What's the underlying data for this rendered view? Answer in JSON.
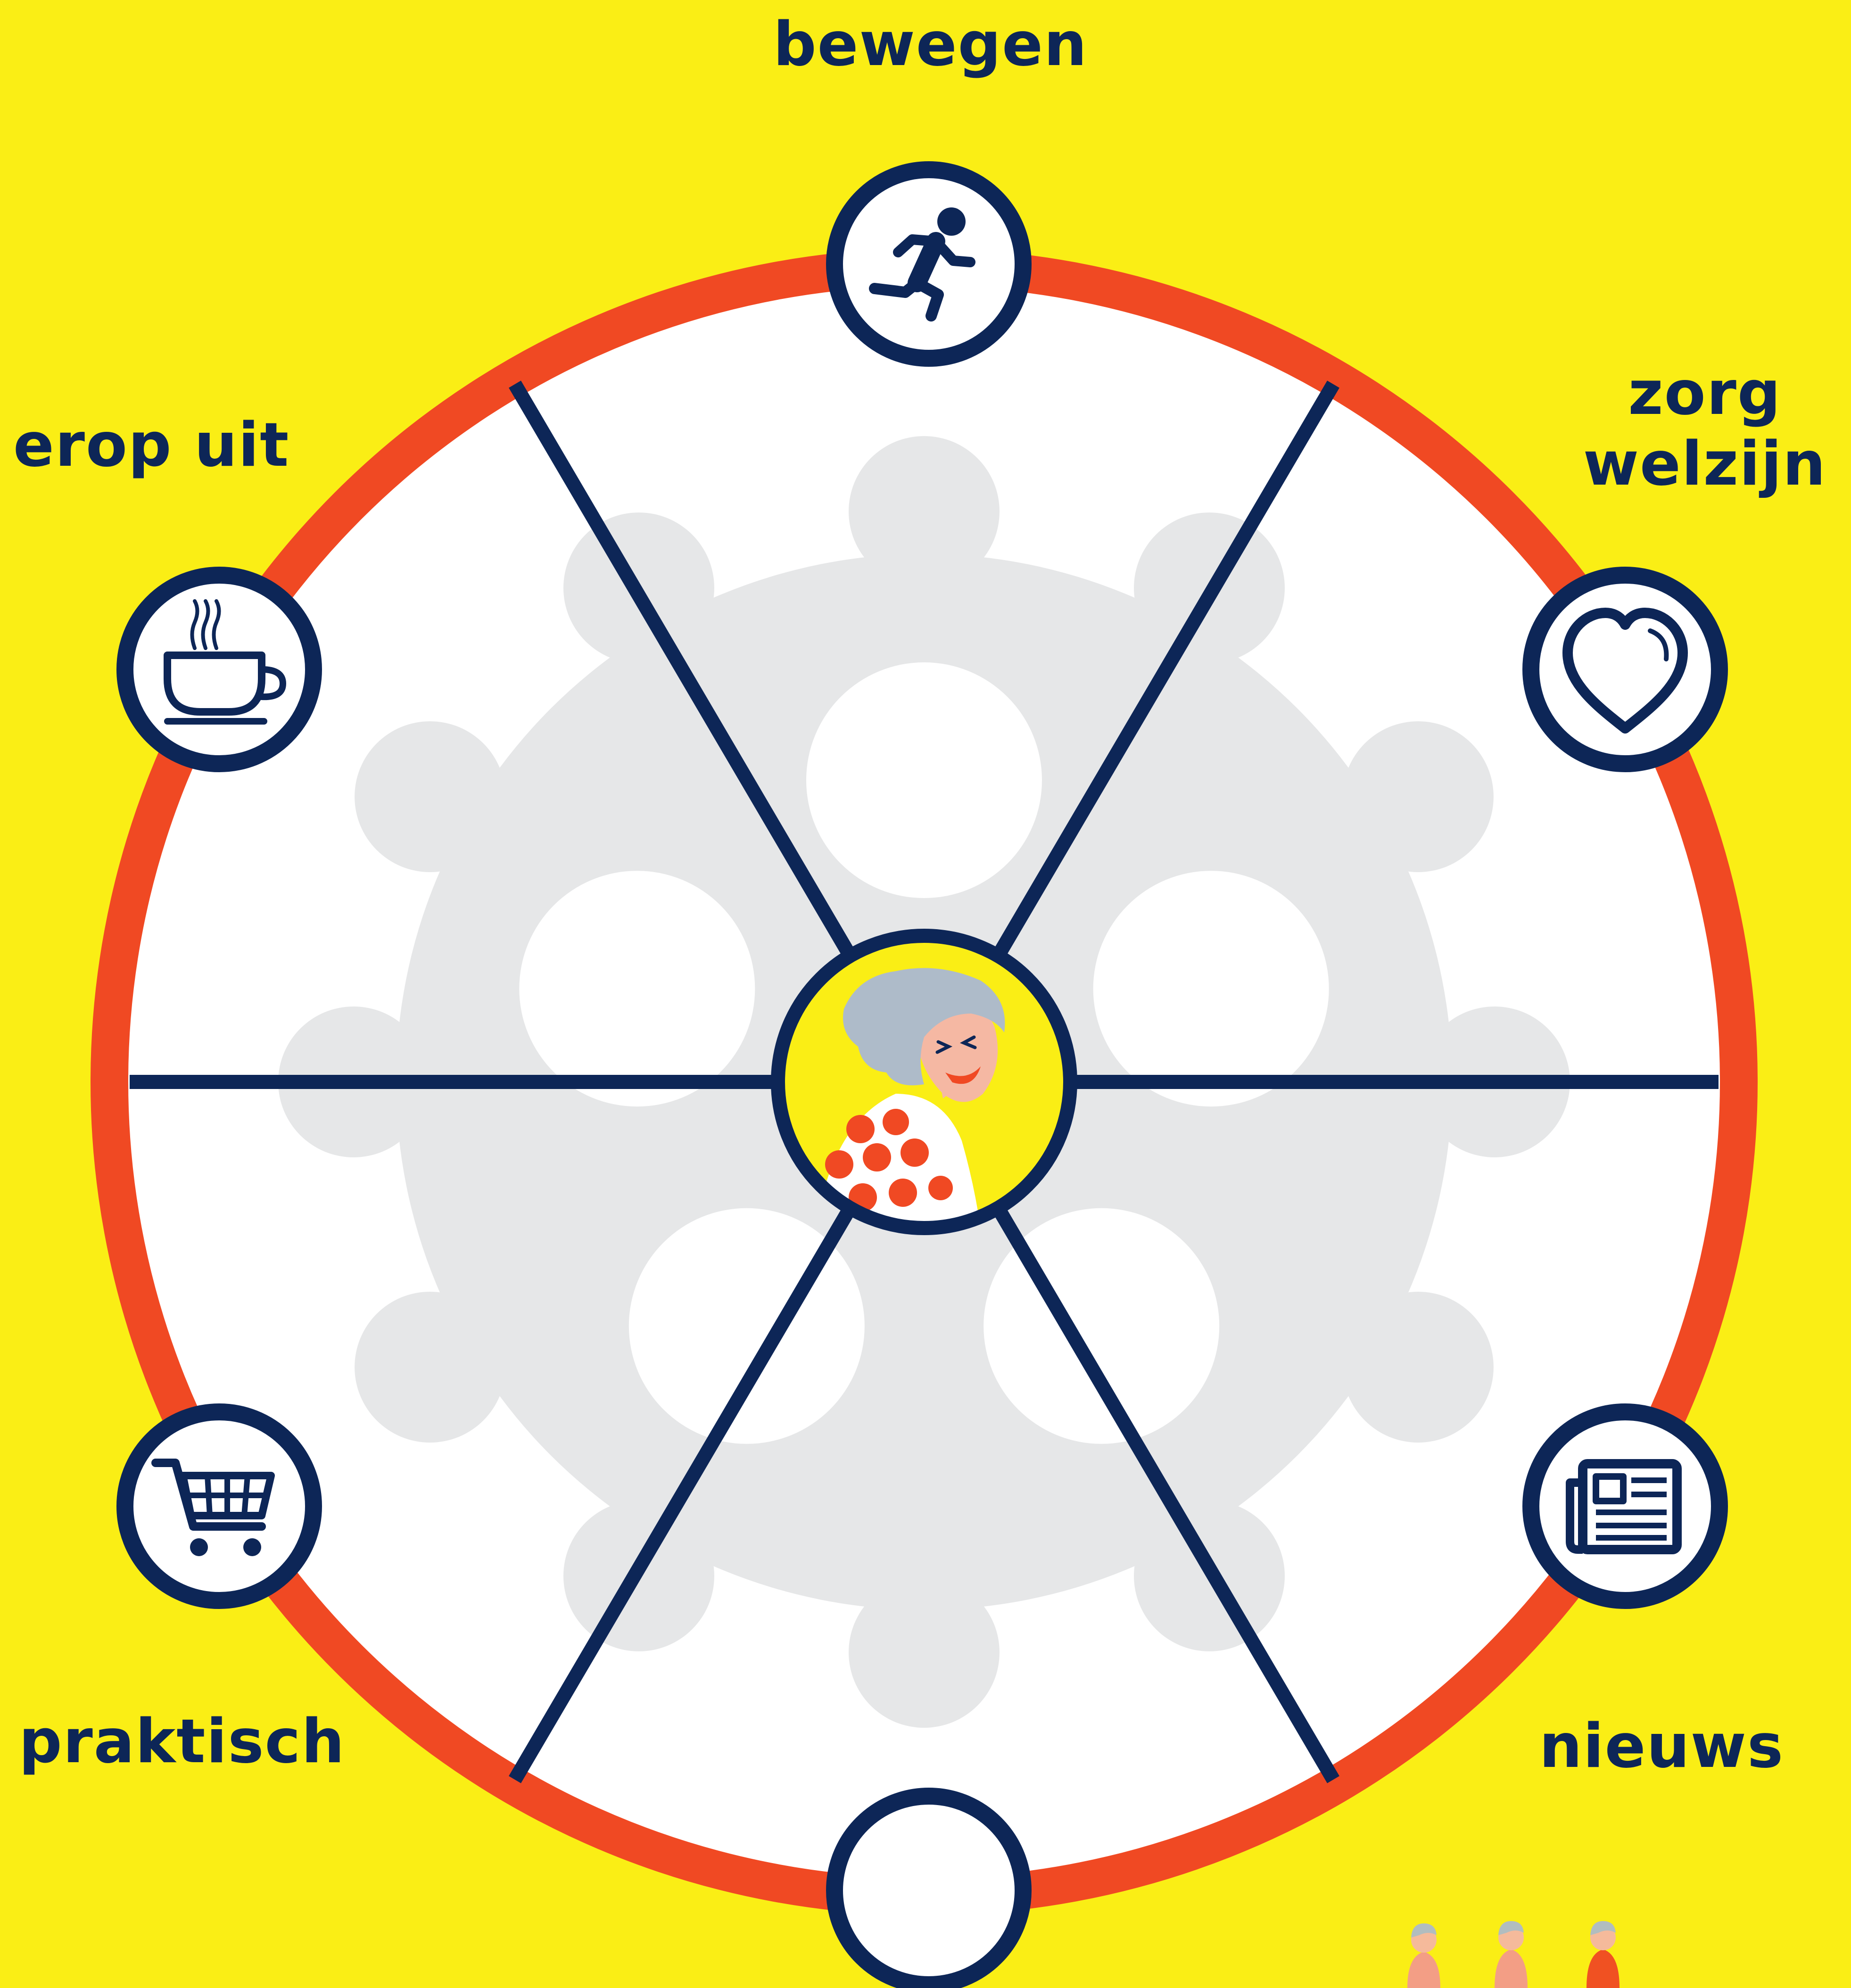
{
  "colors": {
    "background": "#FAEE15",
    "ring": "#F04923",
    "navy": "#0D2657",
    "wheel_fill": "#FFFFFF",
    "gear": "#E6E7E8",
    "dot_red": "#F04923",
    "hair": "#AEBBC9",
    "skin": "#F5B8A3"
  },
  "categories": {
    "bewegen": {
      "label": "bewegen",
      "icon": "running-person-icon"
    },
    "zorg": {
      "line1": "zorg",
      "line2": "welzijn",
      "icon": "heart-icon"
    },
    "nieuws": {
      "label": "nieuws",
      "icon": "newspaper-icon"
    },
    "praktisch": {
      "label": "praktisch",
      "icon": "shopping-cart-icon"
    },
    "erop_uit": {
      "label": "erop uit",
      "icon": "coffee-cup-icon"
    },
    "bottom": {
      "icon": "empty-circle"
    }
  },
  "center": {
    "icon": "elderly-woman-avatar"
  }
}
